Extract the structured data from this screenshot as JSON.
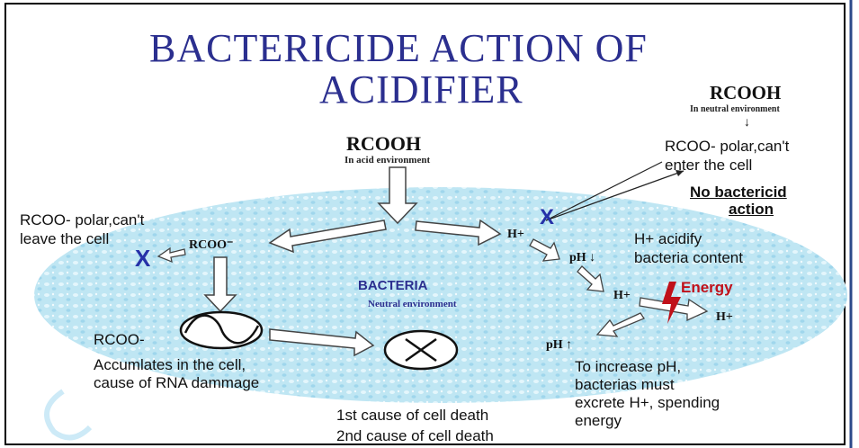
{
  "title_line1": "BACTERICIDE ACTION OF",
  "title_line2": "ACIDIFIER",
  "top_right": {
    "rcooh": "RCOOH",
    "environment": "In neutral environment",
    "arrow": "↓",
    "polar_line1": "RCOO- polar,can't",
    "polar_line2": "enter the cell",
    "no_action_line1": "No bactericid",
    "no_action_line2": "action"
  },
  "center_top": {
    "rcooh": "RCOOH",
    "environment": "In acid environment"
  },
  "left": {
    "polar_line1": "RCOO- polar,can't",
    "polar_line2": "leave the cell",
    "x_mark": "X",
    "rcoo_minus": "RCOO⁻"
  },
  "bacteria": {
    "label": "BACTERIA",
    "environment": "Neutral environment"
  },
  "path": {
    "h_plus_1": "H+",
    "x_mark": "X",
    "ph_down": "pH ↓",
    "acidify_line1": "H+ acidify",
    "acidify_line2": "bacteria content",
    "h_plus_2": "H+",
    "energy": "Energy",
    "h_plus_3": "H+",
    "ph_up": "pH ↑"
  },
  "bottom_left": {
    "rcoo": "RCOO-",
    "accum_line1": "Accumlates in the cell,",
    "accum_line2": "cause of RNA dammage"
  },
  "bottom_right": {
    "line1": "To increase pH,",
    "line2": "bacterias must",
    "line3": "excrete H+, spending",
    "line4": "energy"
  },
  "causes": {
    "first": "1st cause of cell death",
    "second": "2nd cause of cell death"
  },
  "colors": {
    "title": "#2b2f8f",
    "cell_fill": "#bfe6f3",
    "x_mark": "#2631a8",
    "energy": "#c0111a"
  }
}
